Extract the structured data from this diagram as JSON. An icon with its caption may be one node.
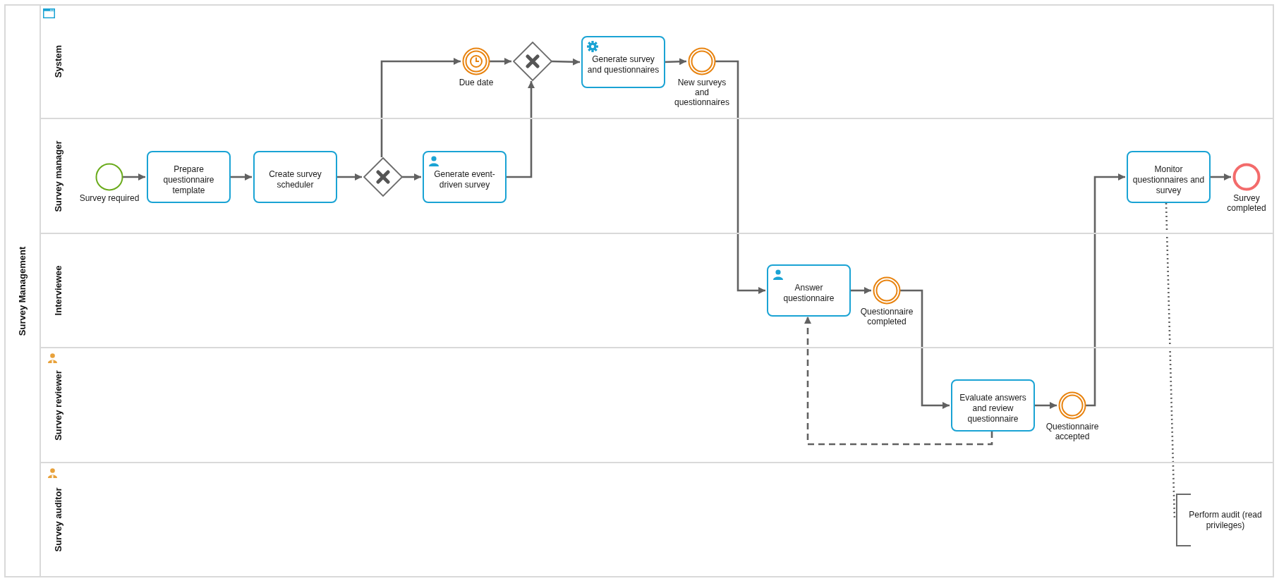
{
  "diagram": {
    "nodes": [
      {
        "text": [
          "Survey Management"
        ]
      },
      {
        "text": [
          "System"
        ],
        "in": 0
      },
      {
        "text": [
          "Survey manager"
        ],
        "in": 0
      },
      {
        "text": [
          "Interviewee"
        ],
        "in": 0
      },
      {
        "text": [
          "Survey reviewer"
        ],
        "in": 0
      },
      {
        "text": [
          "Survey auditor"
        ],
        "in": 0
      },
      {
        "text": [
          "Survey required"
        ],
        "in": 2
      },
      {
        "text": [
          "Prepare questionnaire template"
        ],
        "in": 2
      },
      {
        "text": [
          "Create survey scheduler"
        ],
        "in": 2
      },
      {
        "text": [],
        "shape": "diamond",
        "in": 2
      },
      {
        "text": [
          "Generate event-driven survey"
        ],
        "in": 2
      },
      {
        "text": [
          "Due date"
        ],
        "in": 1
      },
      {
        "text": [],
        "shape": "diamond",
        "in": 1
      },
      {
        "text": [
          "Generate survey and questionnaires"
        ],
        "in": 1
      },
      {
        "text": [
          "New surveys and questionnaires"
        ],
        "in": 1
      },
      {
        "text": [
          "Answer questionnaire"
        ],
        "in": 3
      },
      {
        "text": [
          "Questionnaire completed"
        ],
        "in": 3
      },
      {
        "text": [
          "Evaluate answers and review questionnaire"
        ],
        "in": 4
      },
      {
        "text": [
          "Questionnaire accepted"
        ],
        "in": 4
      },
      {
        "text": [
          "Monitor questionnaires and survey"
        ],
        "in": 2
      },
      {
        "text": [
          "Survey completed"
        ],
        "in": 2
      },
      {
        "text": [
          "Perform audit (read privileges)"
        ],
        "in": 5
      }
    ],
    "edges": [
      {
        "from": 6,
        "to": 7,
        "arrow": "to"
      },
      {
        "from": 7,
        "to": 8,
        "arrow": "to"
      },
      {
        "from": 8,
        "to": 9,
        "arrow": "to"
      },
      {
        "from": 9,
        "to": 11,
        "arrow": "to"
      },
      {
        "from": 9,
        "to": 10,
        "arrow": "to"
      },
      {
        "from": 11,
        "to": 12,
        "arrow": "to"
      },
      {
        "from": 10,
        "to": 12,
        "arrow": "to"
      },
      {
        "from": 12,
        "to": 13,
        "arrow": "to"
      },
      {
        "from": 13,
        "to": 14,
        "arrow": "to"
      },
      {
        "from": 14,
        "to": 15,
        "arrow": "to"
      },
      {
        "from": 15,
        "to": 16,
        "arrow": "to"
      },
      {
        "from": 16,
        "to": 17,
        "arrow": "to"
      },
      {
        "from": 17,
        "to": 15,
        "arrow": "to",
        "style": "dashed"
      },
      {
        "from": 17,
        "to": 18,
        "arrow": "to"
      },
      {
        "from": 18,
        "to": 19,
        "arrow": "to"
      },
      {
        "from": 19,
        "to": 20,
        "arrow": "to"
      },
      {
        "from": 19,
        "to": 21,
        "arrow": "none",
        "style": "dashed"
      }
    ]
  }
}
